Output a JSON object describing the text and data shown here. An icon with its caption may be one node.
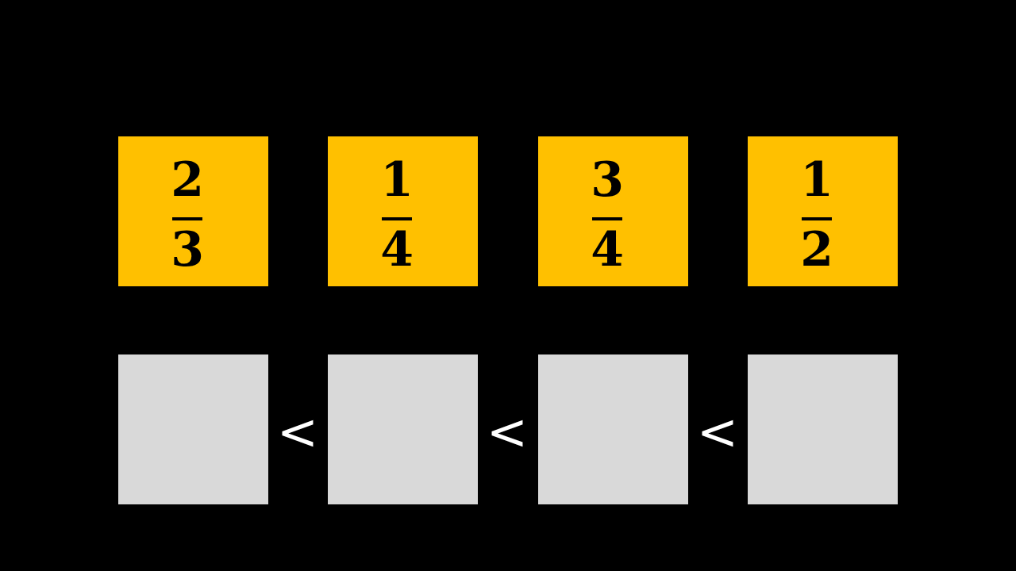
{
  "diagram": {
    "nodes": [
      {
        "text": [
          "2",
          "3"
        ]
      },
      {
        "text": [
          "1",
          "4"
        ]
      },
      {
        "text": [
          "3",
          "4"
        ]
      },
      {
        "text": [
          "1",
          "2"
        ]
      },
      {
        "text": [],
        "shape": "box"
      },
      {
        "text": [],
        "shape": "box"
      },
      {
        "text": [],
        "shape": "box"
      },
      {
        "text": [],
        "shape": "box"
      }
    ],
    "labels": [
      "<",
      "<",
      "<"
    ]
  }
}
